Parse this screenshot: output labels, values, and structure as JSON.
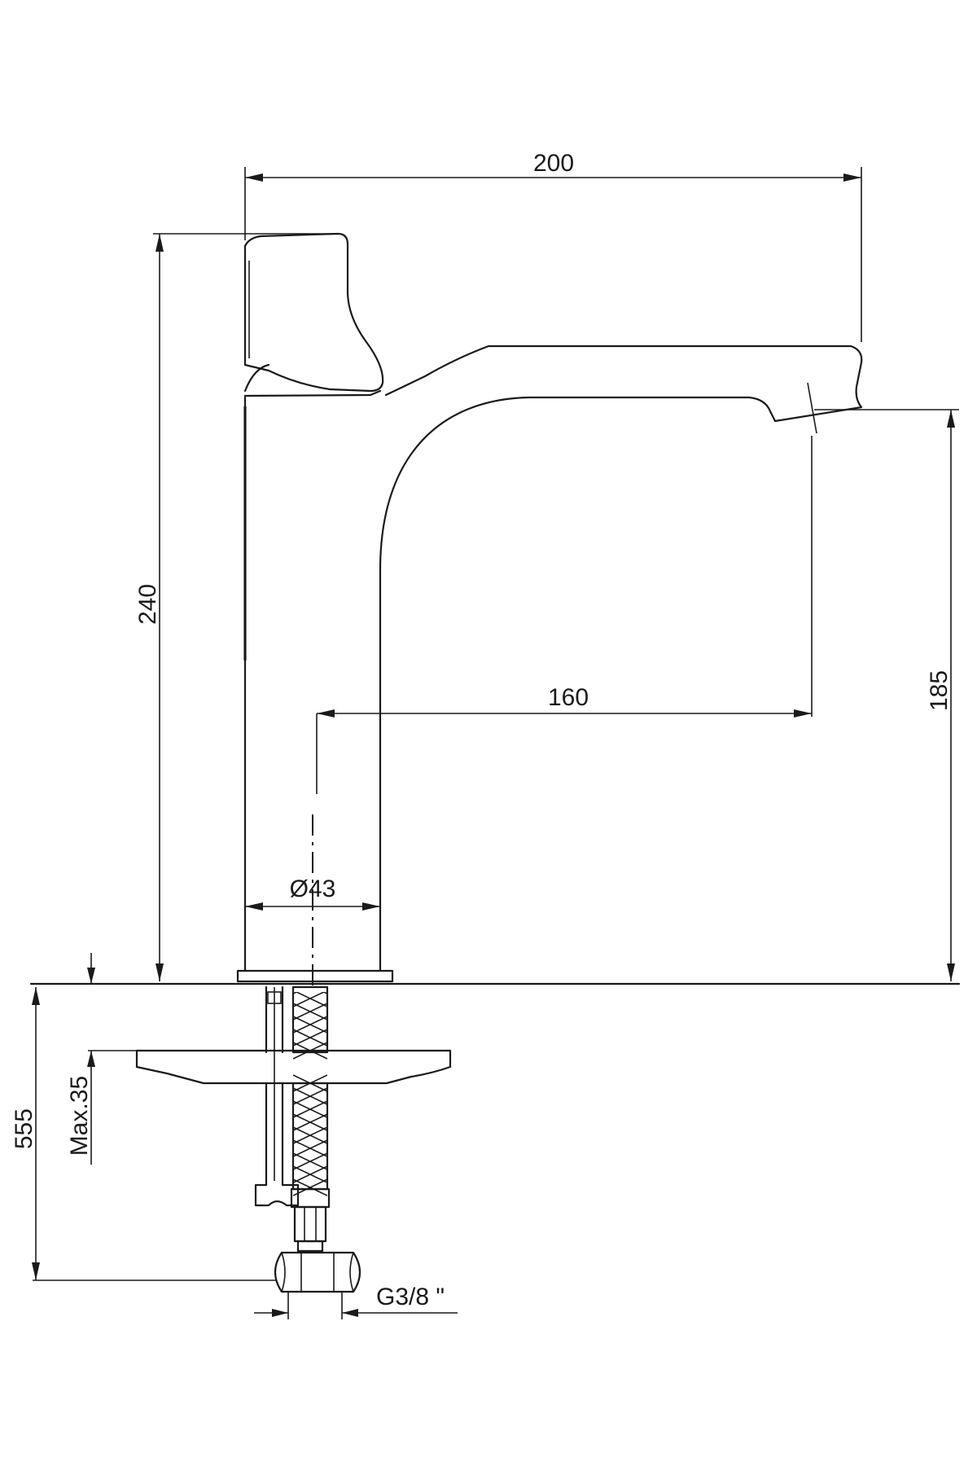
{
  "dimensions": {
    "overall_length": "200",
    "overall_height": "240",
    "spout_height": "185",
    "spout_reach": "160",
    "body_diameter": "Ø43",
    "hose_length": "555",
    "max_counter_thickness": "Max.35",
    "connection_thread": "G3/8 \""
  }
}
